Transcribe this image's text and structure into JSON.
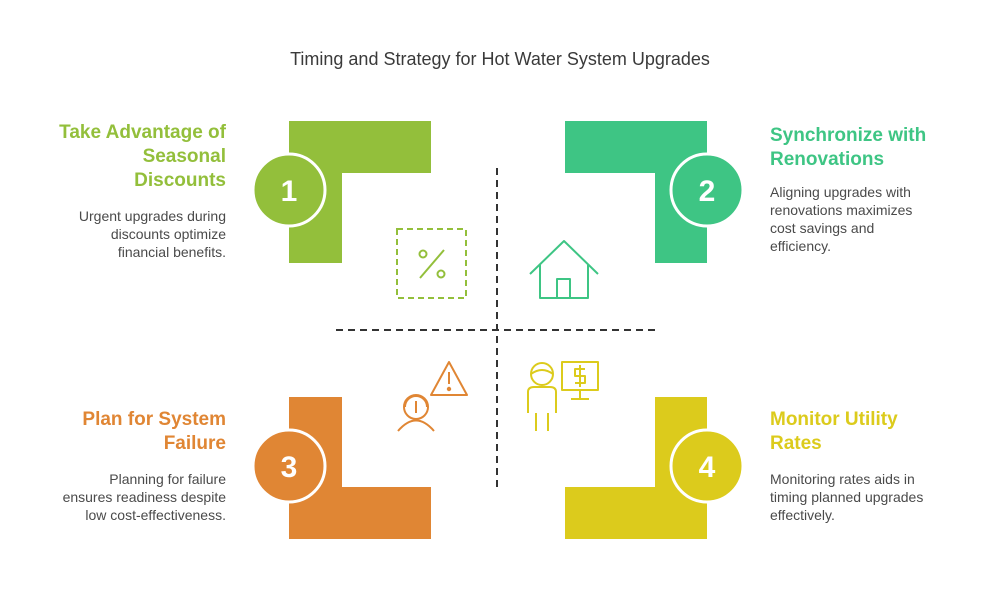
{
  "title": "Timing and Strategy for Hot Water System Upgrades",
  "colors": {
    "green": "#93bf3b",
    "teal": "#3ec584",
    "orange": "#e08634",
    "yellow": "#dccb1c"
  },
  "items": [
    {
      "number": "1",
      "heading_lines": [
        "Take Advantage of",
        "Seasonal",
        "Discounts"
      ],
      "description_lines": [
        "Urgent upgrades during",
        "discounts optimize",
        "financial benefits."
      ],
      "icon": "percent-icon"
    },
    {
      "number": "2",
      "heading_lines": [
        "Synchronize with",
        "Renovations"
      ],
      "description_lines": [
        "Aligning upgrades with",
        "renovations maximizes",
        "cost savings and",
        "efficiency."
      ],
      "icon": "house-icon"
    },
    {
      "number": "3",
      "heading_lines": [
        "Plan for System",
        "Failure"
      ],
      "description_lines": [
        "Planning for failure",
        "ensures readiness despite",
        "low cost-effectiveness."
      ],
      "icon": "person-warning-icon"
    },
    {
      "number": "4",
      "heading_lines": [
        "Monitor Utility",
        "Rates"
      ],
      "description_lines": [
        "Monitoring rates aids in",
        "timing planned upgrades",
        "effectively."
      ],
      "icon": "person-dollar-monitor-icon"
    }
  ]
}
